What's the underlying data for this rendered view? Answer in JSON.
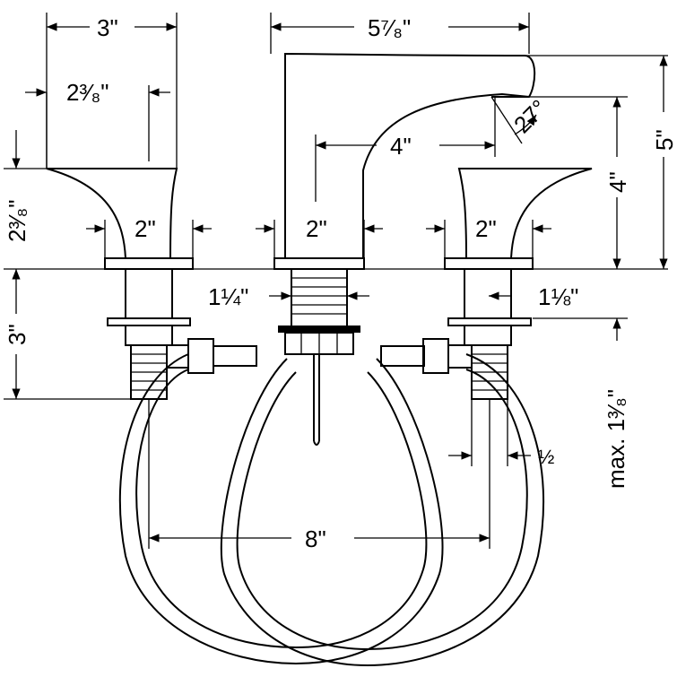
{
  "dimensions": {
    "handle_spread_top": "3\"",
    "handle_depth": "2³⁄₈\"",
    "spout_reach": "5⁷⁄₈\"",
    "spout_angle": "27°",
    "spout_to_aerator": "4\"",
    "spout_height_total": "5\"",
    "spout_height_deck": "4\"",
    "handle_height": "2³⁄₈\"",
    "left_base_dia": "2\"",
    "center_base_dia": "2\"",
    "right_base_dia": "2\"",
    "center_shank": "1¼\"",
    "right_shank": "1⅛\"",
    "shank_length": "3\"",
    "max_deck": "max. 1³⁄₈\"",
    "hose_offset": "½",
    "center_spread": "8\""
  }
}
